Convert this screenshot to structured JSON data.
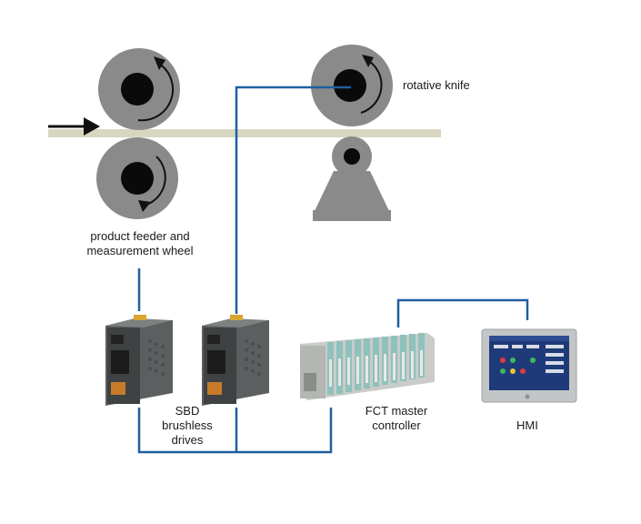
{
  "labels": {
    "rotative_knife": "rotative knife",
    "feeder_line1": "product feeder and",
    "feeder_line2": "measurement wheel",
    "sbd_line1": "SBD",
    "sbd_line2": "brushless",
    "sbd_line3": "drives",
    "fct_line1": "FCT master",
    "fct_line2": "controller",
    "hmi": "HMI"
  },
  "colors": {
    "wire": "#1f5fa0",
    "wheel": "#8a8a8a",
    "hub": "#0a0a0a",
    "web": "#d9d6bf",
    "drive_body": "#5b5f60",
    "controller": "#c9ccc8",
    "io_teal": "#8fc1bd",
    "hmi_frame": "#c3c6c7",
    "hmi_screen": "#1e3a78"
  },
  "icons": {
    "feed_arrow": "arrow-right-icon",
    "rotation": "rotation-arrow-icon"
  }
}
